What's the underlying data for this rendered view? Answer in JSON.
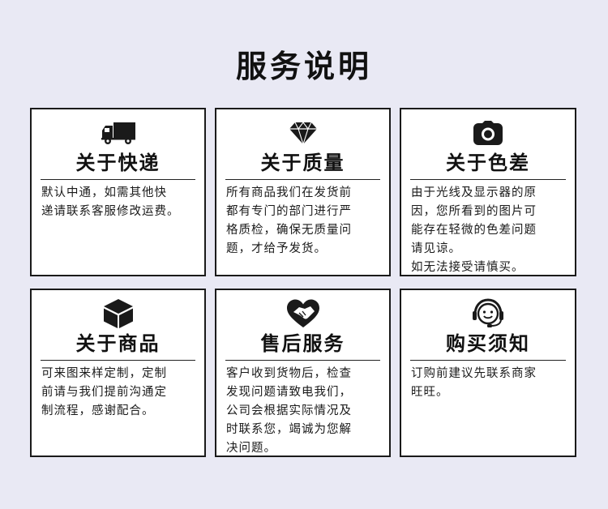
{
  "page": {
    "title": "服务说明"
  },
  "cards": [
    {
      "title": "关于快递",
      "icon": "delivery-truck-icon",
      "text": "默认中通，如需其他快\n递请联系客服修改运费。"
    },
    {
      "title": "关于质量",
      "icon": "diamond-icon",
      "text": "所有商品我们在发货前\n都有专门的部门进行严\n格质检，确保无质量问\n题，才给予发货。"
    },
    {
      "title": "关于色差",
      "icon": "camera-icon",
      "text": "由于光线及显示器的原\n因，您所看到的图片可\n能存在轻微的色差问题\n请见谅。\n如无法接受请慎买。"
    },
    {
      "title": "关于商品",
      "icon": "package-box-icon",
      "text": "可来图来样定制，定制\n前请与我们提前沟通定\n制流程，感谢配合。"
    },
    {
      "title": "售后服务",
      "icon": "handshake-heart-icon",
      "text": "客户收到货物后，检查\n发现问题请致电我们，\n公司会根据实际情况及\n时联系您，竭诚为您解\n决问题。"
    },
    {
      "title": "购买须知",
      "icon": "customer-service-headset-icon",
      "text": "订购前建议先联系商家\n旺旺。"
    }
  ],
  "colors": {
    "background": "#e9e9f4",
    "card": "#ffffff",
    "border": "#1a1a1a",
    "text": "#111111"
  }
}
